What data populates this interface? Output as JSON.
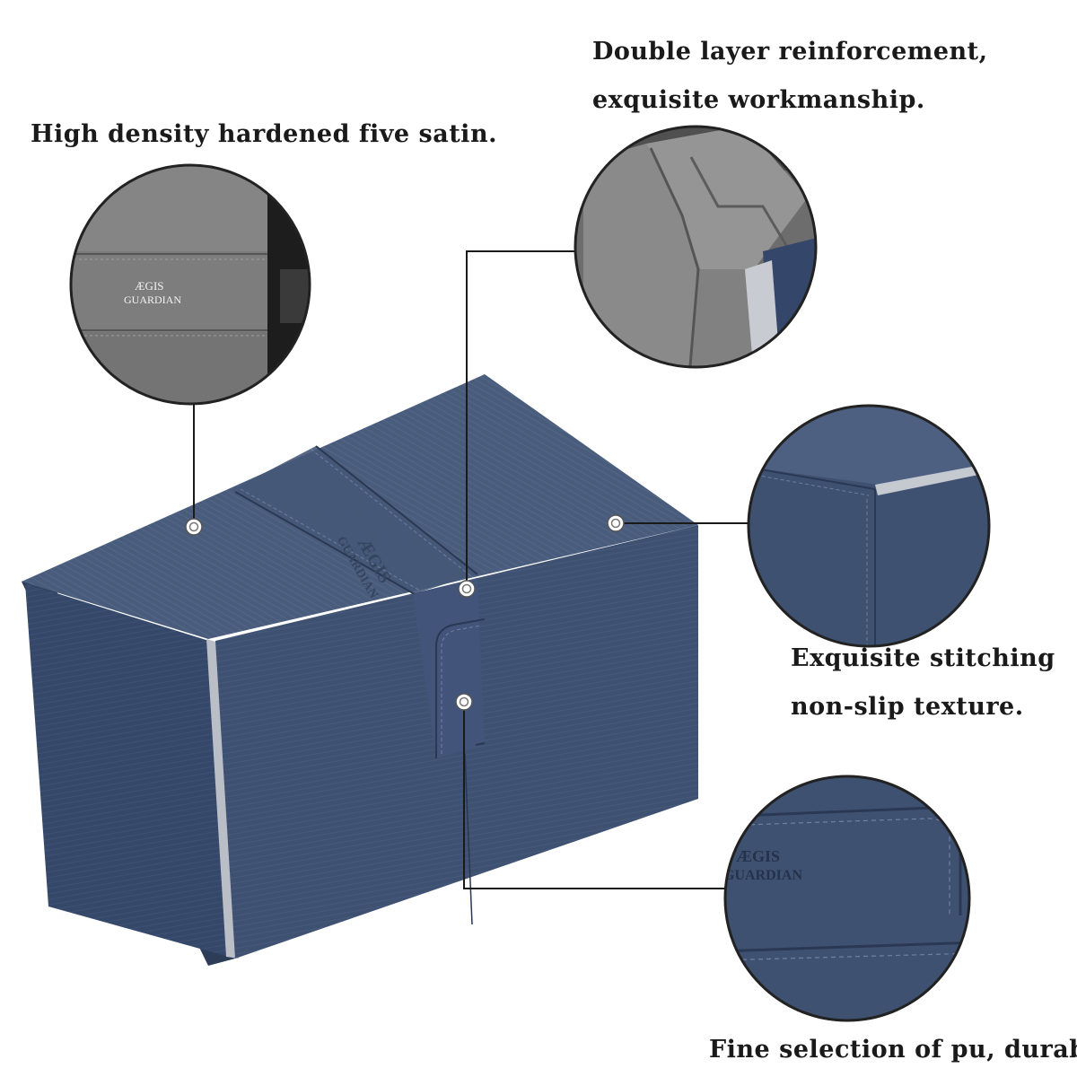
{
  "captions": {
    "top_left": "High density hardened five satin.",
    "top_right_line1": "Double layer reinforcement,",
    "top_right_line2": "exquisite workmanship.",
    "mid_right_line1": "Exquisite stitching",
    "mid_right_line2": "non-slip texture.",
    "bottom_right": "Fine selection of pu, durable."
  },
  "brand": {
    "line1": "ÆGIS",
    "line2": "GUARDIAN"
  },
  "colors": {
    "box_front": "#3d4f6e",
    "box_top": "#4a5c7c",
    "box_side": "#33445f",
    "felt_gray": "#7a7a7a",
    "leader_line": "#1a1a1a"
  }
}
